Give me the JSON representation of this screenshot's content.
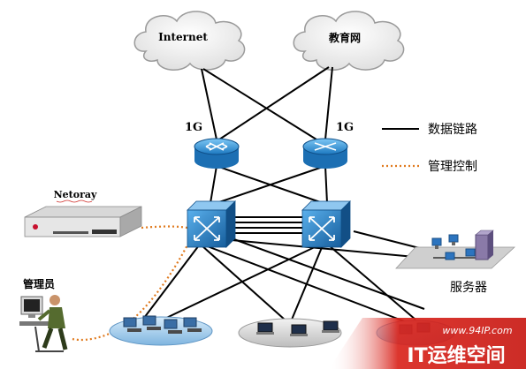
{
  "clouds": {
    "internet": "Internet",
    "edu_net": "教育网"
  },
  "links": {
    "left_speed": "1G",
    "right_speed": "1G"
  },
  "legend": {
    "data_link": "数据链路",
    "mgmt_control": "管理控制"
  },
  "devices": {
    "appliance_name": "Netoray",
    "admin_label": "管理员",
    "server_label": "服务器"
  },
  "watermark": {
    "url": "www.94IP.com",
    "brand": "IT运维空间"
  },
  "colors": {
    "router_blue": "#2f8fd0",
    "switch_blue": "#1f6fb5",
    "mgmt_orange": "#e07a1e",
    "watermark_red": "#d9241c"
  }
}
